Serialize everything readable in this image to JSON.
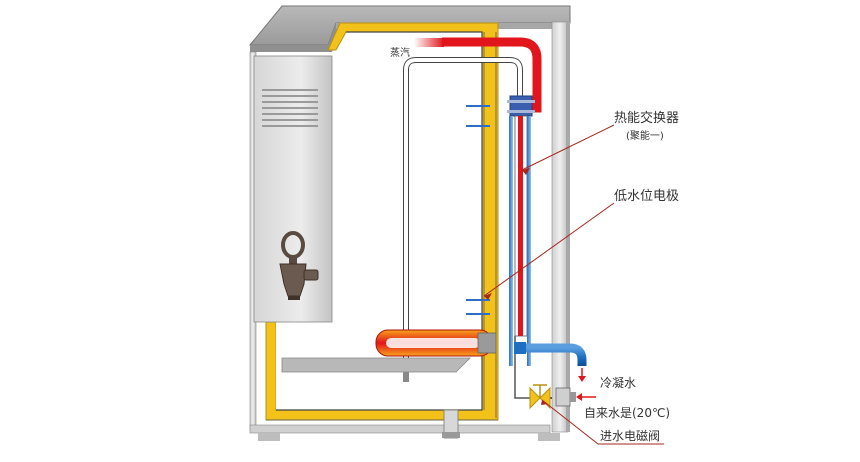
{
  "labels": {
    "steam": "蒸汽",
    "heat_exchanger": "热能交换器",
    "heat_exchanger_note": "(聚能一)",
    "low_water_electrode": "低水位电极",
    "cold_water": "冷凝水",
    "tap_water": "自来水是(20℃)",
    "inlet_valve": "进水电磁阀"
  },
  "colors": {
    "insulation": "#f2c21b",
    "steam_pipe": "#e1151b",
    "cold_pipe": "#1f6fc0",
    "leader_line": "#a5261d",
    "steel": "#c8c8c8"
  }
}
